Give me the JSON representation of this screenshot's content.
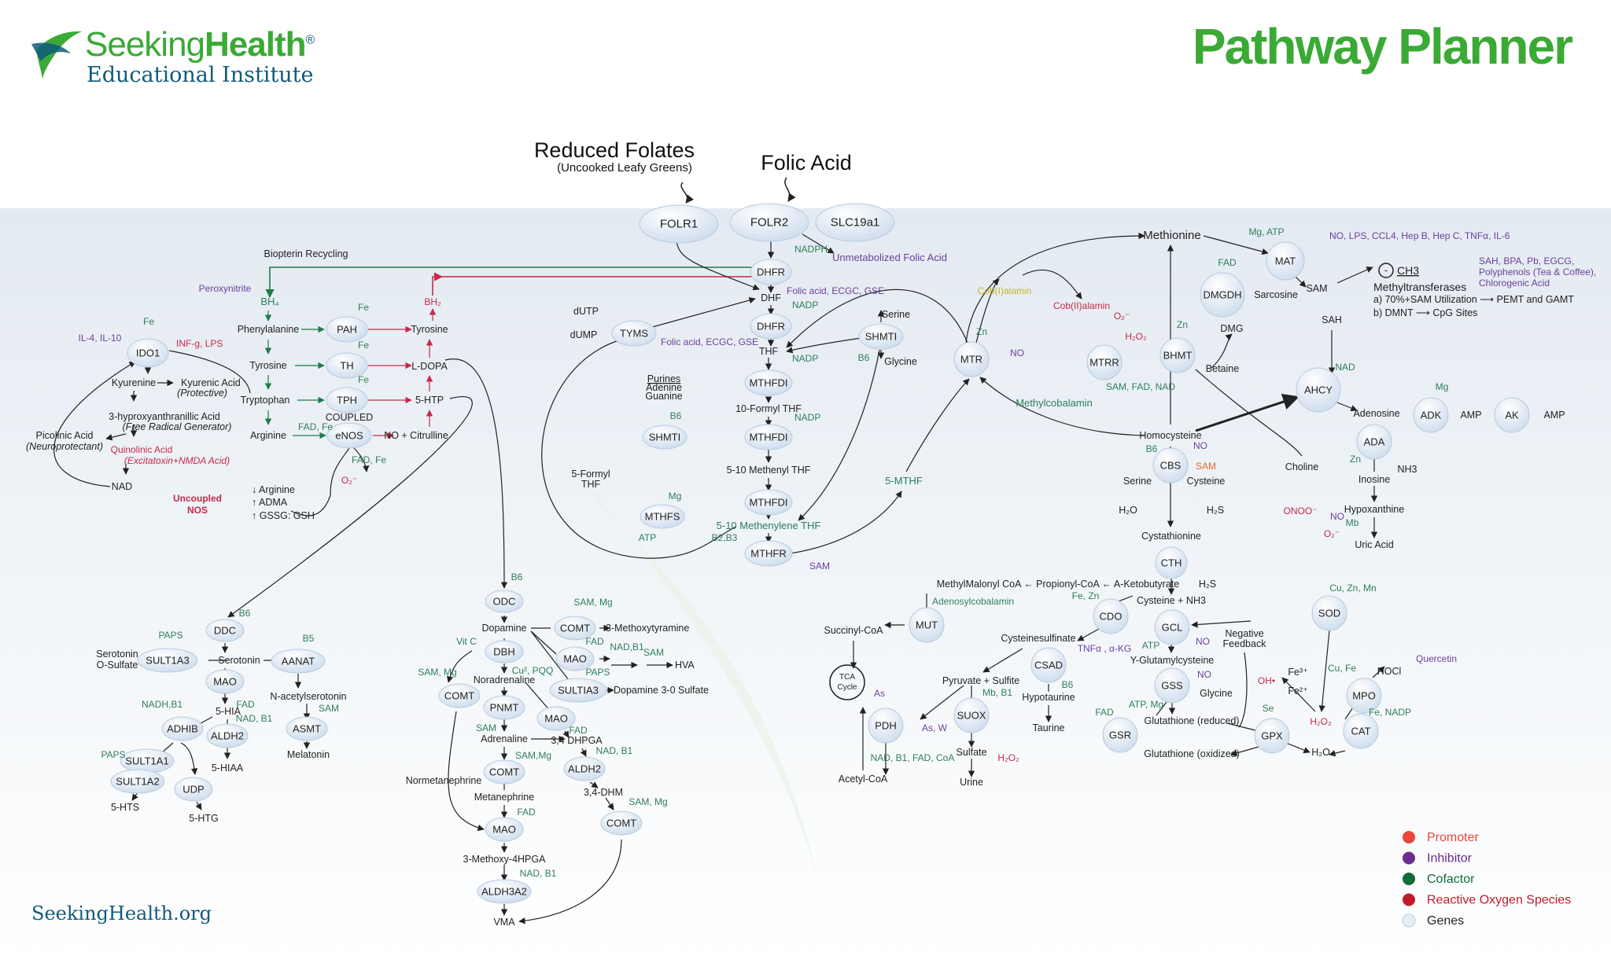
{
  "header": {
    "brand_seeking": "Seeking",
    "brand_health": "Health",
    "brand_registered": "®",
    "brand_subtitle": "Educational Institute",
    "title": "Pathway Planner"
  },
  "footer": {
    "website": "SeekingHealth.org"
  },
  "inputs": {
    "reduced_folates": "Reduced Folates",
    "reduced_folates_note": "(Uncooked Leafy Greens)",
    "folic_acid": "Folic Acid"
  },
  "genes": [
    "FOLR1",
    "FOLR2",
    "SLC19a1",
    "DHFR",
    "DHFR",
    "MTHFDI",
    "MTHFDI",
    "MTHFDI",
    "MTHFR",
    "TYMS",
    "SHMTI",
    "SHMTI",
    "MTHFS",
    "IDO1",
    "PAH",
    "TH",
    "TPH",
    "eNOS",
    "ODC",
    "DBH",
    "COMT",
    "PNMT",
    "COMT",
    "MAO",
    "ALDH3A2",
    "COMT",
    "MAO",
    "SULTIA3",
    "MAO",
    "ALDH2",
    "COMT",
    "DDC",
    "SULT1A3",
    "MAO",
    "ALDH2",
    "ADHIB",
    "SULT1A1",
    "SULT1A2",
    "UDP",
    "AANAT",
    "ASMT",
    "MTR",
    "MTRR",
    "BHMT",
    "DMGDH",
    "MAT",
    "AHCY",
    "ADK",
    "AK",
    "ADA",
    "CBS",
    "CTH",
    "CDO",
    "GCL",
    "GSS",
    "CSAD",
    "SUOX",
    "MUT",
    "PDH",
    "GSR",
    "GPX",
    "SOD",
    "MPO",
    "CAT"
  ],
  "metabolites": [
    "Biopterin Recycling",
    "Phenylalanine",
    "Tyrosine",
    "Tryptophan",
    "Arginine",
    "Tyrosine",
    "L-DOPA",
    "5-HTP",
    "NO + Citrulline",
    "Kyurenine",
    "3-hyproxyanthranillic Acid",
    "Picolinic Acid",
    "NAD",
    "↓ Arginine",
    "↑ ADMA",
    "↑ GSSG: GSH",
    "COUPLED",
    "DHF",
    "THF",
    "dUTP",
    "dUMP",
    "Purines",
    "Adenine",
    "Guanine",
    "10-Formyl THF",
    "5-Formyl",
    "THF",
    "5-10 Methenyl THF",
    "Serine",
    "Glycine",
    "Methionine",
    "Homocysteine",
    "Sarcosine",
    "DMG",
    "Betaine",
    "SAM",
    "CH3",
    "Methyltransferases",
    "a) 70%+SAM Utilization ⟶ PEMT and GAMT",
    "b) DMNT ⟶ CpG Sites",
    "SAH",
    "Adenosine",
    "AMP",
    "AMP",
    "NH3",
    "Inosine",
    "Hypoxanthine",
    "Uric Acid",
    "Choline",
    "Serine",
    "Cysteine",
    "H₂O",
    "H₂S",
    "Cystathionine",
    "MethylMalonyl CoA ← Propionyl-CoA ← A-Ketobutyrate",
    "H₂S",
    "Cysteine + NH3",
    "Succinyl-CoA",
    "TCA",
    "Cycle",
    "Cysteinesulfinate",
    "Negative",
    "Feedback",
    "Y-Glutamylcysteine",
    "Pyruvate + Sulfite",
    "Hypotaurine",
    "Taurine",
    "Glycine",
    "Glutathione (reduced)",
    "Glutathione (oxidized)",
    "Sulfate",
    "Urine",
    "Acetyl-CoA",
    "H₂O",
    "HOCl",
    "Fe³⁺",
    "Fe²⁺",
    "Dopamine",
    "Noradrenaline",
    "Adrenaline",
    "Metanephrine",
    "Normetanephrine",
    "3-Methoxy-4HPGA",
    "VMA",
    "3-Methoxytyramine",
    "HVA",
    "Dopamine 3-0 Sulfate",
    "3,4 DHPGA",
    "3,4-DHM",
    "Serotonin",
    "Serotonin",
    "O-Sulfate",
    "5-HIA",
    "5-HIAA",
    "5-HTS",
    "5-HTG",
    "N-acetylserotonin",
    "Melatonin",
    "Kyurenic Acid",
    "(Protective)",
    "(Free Radical Generator)",
    "(Neuroprotectant)"
  ],
  "cofactors": [
    "NADPH",
    "NADP",
    "NADP",
    "NADP",
    "B6",
    "B6",
    "Mg",
    "ATP",
    "B2,B3",
    "Fe",
    "Fe",
    "Fe",
    "Fe",
    "FAD, Fe",
    "FAD, Fe",
    "Zn",
    "SAM, FAD, NAD",
    "Zn",
    "FAD",
    "Mg, ATP",
    "NAD",
    "Mg",
    "Zn",
    "B6",
    "Mb",
    "Adenosylcobalamin",
    "Fe, Zn",
    "ATP",
    "ATP, Mg",
    "B6",
    "Mb, B1",
    "FAD",
    "NAD, B1, FAD, CoA",
    "Se",
    "Cu, Zn, Mn",
    "Cu, Fe",
    "Fe, NADP",
    "B6",
    "SAM, Mg",
    "Vit C",
    "FAD",
    "NAD,B1",
    "SAM",
    "Cu², PQQ",
    "PAPS",
    "SAM, Mg",
    "SAM",
    "FAD",
    "SAM,Mg",
    "NAD, B1",
    "SAM, Mg",
    "FAD",
    "NAD, B1",
    "B6",
    "PAPS",
    "B5",
    "FAD",
    "NADH,B1",
    "NAD, B1",
    "SAM",
    "PAPS",
    "BH₄",
    "5-10 Methenylene THF",
    "5-MTHF",
    "Methylcobalamin"
  ],
  "inhibitors": [
    "Peroxynitrite",
    "IL-4, IL-10",
    "Folic acid, ECGC, GSE",
    "Folic acid, ECGC, GSE",
    "SAM",
    "NO",
    "NO, LPS, CCL4, Hep B, Hep C, TNFα, IL-6",
    "SAH, BPA, Pb, EGCG,",
    "Polyphenols (Tea & Coffee),",
    "Chlorogenic Acid",
    "NO",
    "NO",
    "NO",
    "TNFα , α-KG",
    "As",
    "As, W",
    "Quercetin",
    "Unmetabolized Folic Acid"
  ],
  "promoters": [
    "INF-g, LPS",
    "SAM"
  ],
  "ros": [
    "BH₂",
    "O₂⁻",
    "O₂⁻",
    "H₂O₂",
    "H₂O₂",
    "H₂O₂",
    "OH•",
    "ONOO⁻",
    "O₂⁻",
    "Quinolinic Acid",
    "(Excitatoxin+NMDA Acid)",
    "Uncoupled",
    "NOS",
    "Cob(II)alamin",
    "NO"
  ],
  "special": [
    "Cob(I)alamin"
  ],
  "legend": [
    {
      "label": "Promoter",
      "color": "#e8473a"
    },
    {
      "label": "Inhibitor",
      "color": "#6b2c91"
    },
    {
      "label": "Cofactor",
      "color": "#0f6b3a"
    },
    {
      "label": "Reactive Oxygen Species",
      "color": "#c01b2c"
    },
    {
      "label": "Genes",
      "color": "#e6eff6"
    }
  ],
  "colors": {
    "brand_green": "#3aaa35",
    "brand_blue": "#0f5b7a",
    "cofactor": "#2f7d5a",
    "inhibitor": "#6b3f9b",
    "ros": "#c8284a",
    "gene_fill": "#e2ecf4"
  }
}
